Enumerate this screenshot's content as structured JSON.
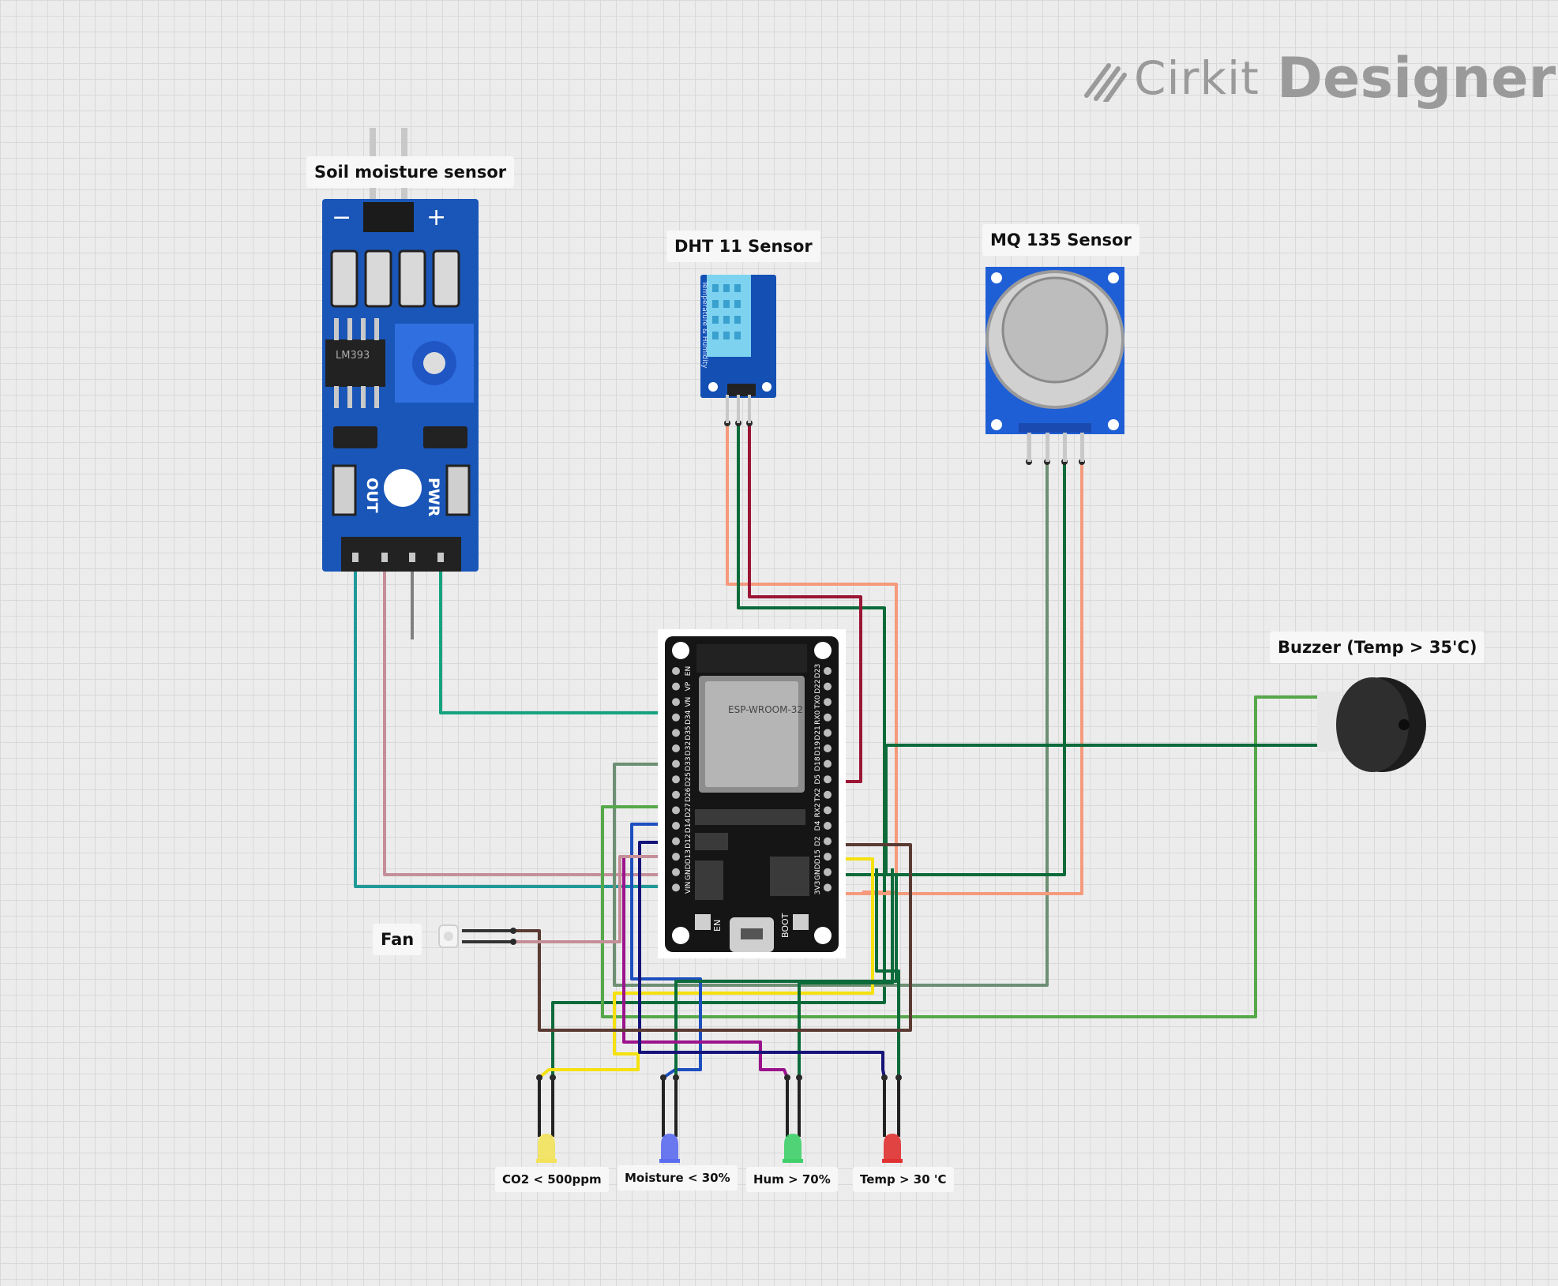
{
  "brand": {
    "name_part1": "Cirkit",
    "name_part2": "Designer",
    "logo_icon": "cirkit-logo-icon"
  },
  "components": {
    "soil_sensor": {
      "label": "Soil moisture sensor",
      "chip_text": "LM393",
      "pin_labels": [
        "OUT",
        "PWR"
      ],
      "minus": "−",
      "plus": "+"
    },
    "dht11": {
      "label": "DHT 11 Sensor",
      "side_text": "Temperature & Humidity"
    },
    "mq135": {
      "label": "MQ 135 Sensor"
    },
    "buzzer": {
      "label": "Buzzer (Temp > 35'C)"
    },
    "fan": {
      "label": "Fan"
    },
    "esp32": {
      "module_text": "ESP-WROOM-32",
      "left_pins": [
        "EN",
        "VP",
        "VN",
        "D34",
        "D35",
        "D32",
        "D33",
        "D25",
        "D26",
        "D27",
        "D14",
        "D12",
        "D13",
        "GND",
        "VIN"
      ],
      "right_pins": [
        "D23",
        "D22",
        "TX0",
        "RX0",
        "D21",
        "D19",
        "D18",
        "D5",
        "TX2",
        "RX2",
        "D4",
        "D2",
        "D15",
        "GND",
        "3V3"
      ],
      "buttons": [
        "EN",
        "BOOT"
      ]
    },
    "leds": [
      {
        "label": "CO2 < 500ppm",
        "color": "#f3e35a"
      },
      {
        "label": "Moisture < 30%",
        "color": "#5b6cf0"
      },
      {
        "label": "Hum > 70%",
        "color": "#3fd06a"
      },
      {
        "label": "Temp > 30 'C",
        "color": "#e03131"
      }
    ]
  },
  "wire_colors": {
    "teal": "#14a37f",
    "pink": "#c48f98",
    "gray": "#808080",
    "dark_green": "#0b6b3a",
    "salmon": "#f59a7c",
    "maroon": "#9b1535",
    "sage": "#6d8f73",
    "light_green": "#56a84a",
    "yellow": "#f5e10e",
    "blue": "#1d4fbf",
    "navy": "#16137a",
    "purple": "#9b138c",
    "brown": "#5a3b33",
    "cyan_teal": "#1f9a99"
  }
}
